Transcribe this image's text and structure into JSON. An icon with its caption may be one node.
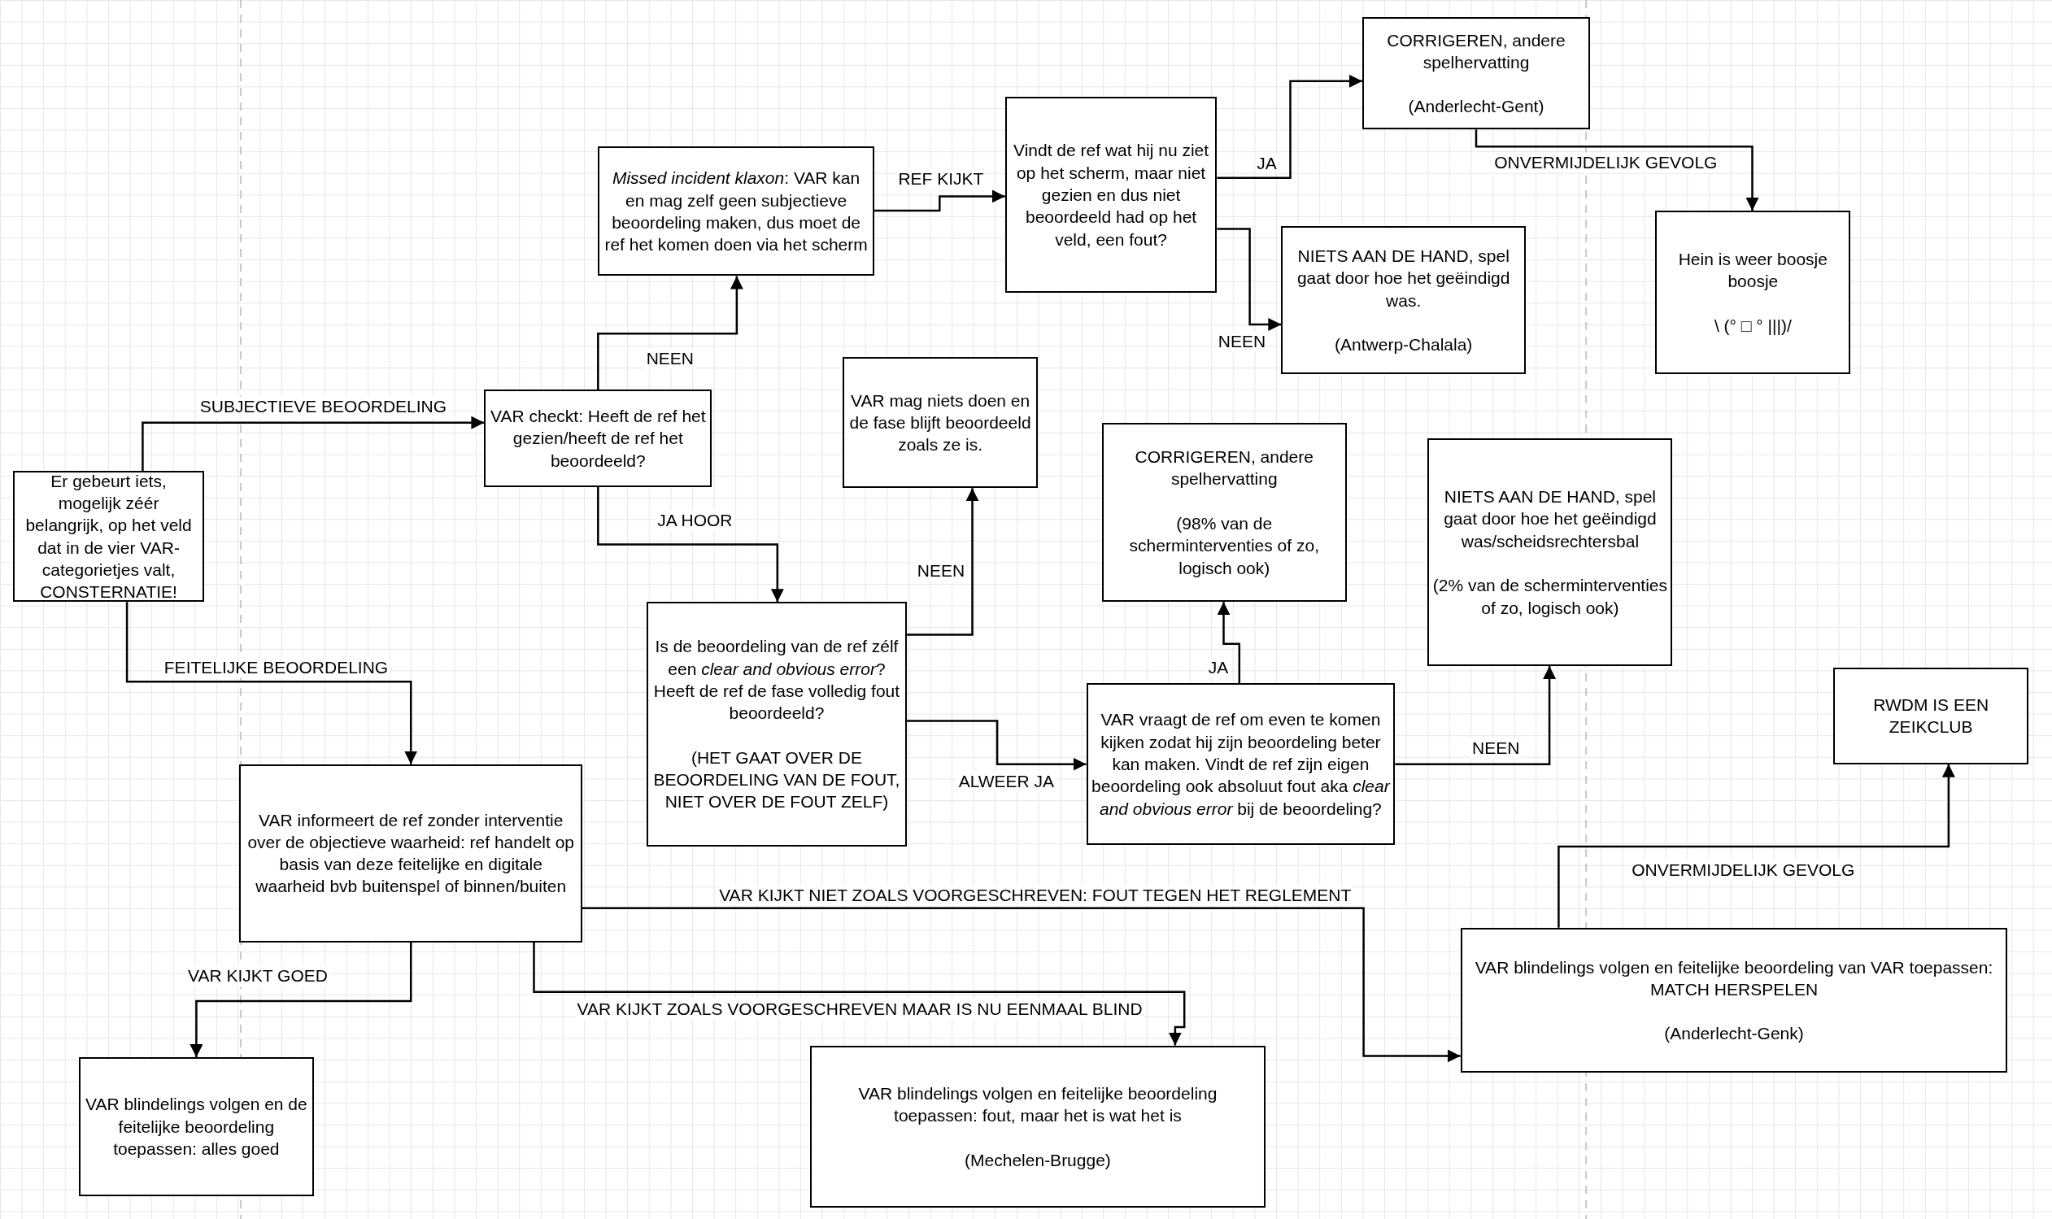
{
  "diagram": {
    "nodes": [
      {
        "text": [
          "Er gebeurt iets, mogelijk zéér belangrijk, op het veld dat in de vier VAR-categorietjes valt, CONSTERNATIE!"
        ]
      },
      {
        "text": [
          "VAR checkt: Heeft de ref het gezien/heeft de ref het beoordeeld?"
        ]
      },
      {
        "text": [
          "*Missed incident klaxon*: VAR kan en mag zelf geen subjectieve beoordeling maken, dus moet de ref het komen doen via het scherm"
        ]
      },
      {
        "text": [
          "Vindt de ref wat hij nu ziet op het scherm, maar niet gezien en dus niet beoordeeld had op het veld, een fout?"
        ]
      },
      {
        "text": [
          "CORRIGEREN, andere spelhervatting",
          "(Anderlecht-Gent)"
        ]
      },
      {
        "text": [
          "Hein is weer boosje boosje",
          "\\ (° □ ° |||)/"
        ]
      },
      {
        "text": [
          "NIETS AAN DE HAND, spel gaat door hoe het geëindigd was.",
          "(Antwerp-Chalala)"
        ]
      },
      {
        "text": [
          "VAR mag niets doen en de fase blijft beoordeeld zoals ze is."
        ]
      },
      {
        "text": [
          "CORRIGEREN, andere spelhervatting",
          "(98% van de scherminterventies of zo, logisch ook)"
        ]
      },
      {
        "text": [
          "NIETS AAN DE HAND, spel gaat door hoe het geëindigd was/scheidsrechtersbal",
          "(2% van de scherminterventies of zo, logisch ook)"
        ]
      },
      {
        "text": [
          "Is de beoordeling van de ref zélf een *clear and obvious error*? Heeft de ref de fase volledig fout beoordeeld?",
          "(HET GAAT OVER DE BEOORDELING VAN DE FOUT, NIET OVER DE FOUT ZELF)"
        ]
      },
      {
        "text": [
          "VAR vraagt de ref om even te komen kijken zodat hij zijn beoordeling beter kan maken. Vindt de ref zijn eigen beoordeling ook absoluut fout aka *clear and obvious error* bij de beoordeling?"
        ]
      },
      {
        "text": [
          "RWDM IS EEN ZEIKCLUB"
        ]
      },
      {
        "text": [
          "VAR informeert de ref zonder interventie over de objectieve waarheid: ref handelt op basis van deze feitelijke en digitale waarheid bvb buitenspel of binnen/buiten"
        ]
      },
      {
        "text": [
          "VAR blindelings volgen en de feitelijke beoordeling toepassen: alles goed"
        ]
      },
      {
        "text": [
          "VAR blindelings volgen en feitelijke beoordeling toepassen: fout, maar het is wat het is",
          "(Mechelen-Brugge)"
        ]
      },
      {
        "text": [
          "VAR blindelings volgen en feitelijke beoordeling van VAR toepassen: MATCH HERSPELEN",
          "(Anderlecht-Genk)"
        ]
      }
    ],
    "edges": [
      {
        "from": 0,
        "to": 1,
        "arrow": "to",
        "label": "SUBJECTIEVE BEOORDELING"
      },
      {
        "from": 0,
        "to": 13,
        "arrow": "to",
        "label": "FEITELIJKE BEOORDELING"
      },
      {
        "from": 1,
        "to": 2,
        "arrow": "to",
        "label": "NEEN"
      },
      {
        "from": 1,
        "to": 10,
        "arrow": "to",
        "label": "JA HOOR"
      },
      {
        "from": 2,
        "to": 3,
        "arrow": "to",
        "label": "REF KIJKT"
      },
      {
        "from": 3,
        "to": 4,
        "arrow": "to",
        "label": "JA"
      },
      {
        "from": 3,
        "to": 6,
        "arrow": "to",
        "label": "NEEN"
      },
      {
        "from": 4,
        "to": 5,
        "arrow": "to",
        "label": "ONVERMIJDELIJK GEVOLG"
      },
      {
        "from": 10,
        "to": 7,
        "arrow": "to",
        "label": "NEEN"
      },
      {
        "from": 10,
        "to": 11,
        "arrow": "to",
        "label": "ALWEER JA"
      },
      {
        "from": 11,
        "to": 8,
        "arrow": "to",
        "label": "JA"
      },
      {
        "from": 11,
        "to": 9,
        "arrow": "to",
        "label": "NEEN"
      },
      {
        "from": 13,
        "to": 14,
        "arrow": "to",
        "label": "VAR KIJKT GOED"
      },
      {
        "from": 13,
        "to": 15,
        "arrow": "to",
        "label": "VAR KIJKT ZOALS VOORGESCHREVEN MAAR IS NU EENMAAL BLIND"
      },
      {
        "from": 13,
        "to": 16,
        "arrow": "to",
        "label": "VAR KIJKT NIET ZOALS VOORGESCHREVEN: FOUT TEGEN HET REGLEMENT"
      },
      {
        "from": 16,
        "to": 12,
        "arrow": "to",
        "label": "ONVERMIJDELIJK GEVOLG"
      }
    ]
  }
}
